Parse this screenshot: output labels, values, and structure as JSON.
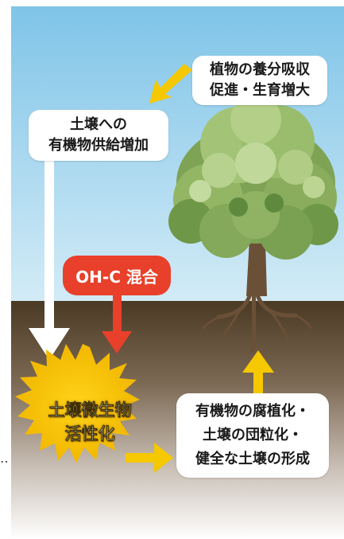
{
  "colors": {
    "sky_top": "#7fc4e8",
    "sky_bottom": "#cfe9f5",
    "soil_top": "#4e3c24",
    "soil_bottom": "#ffffff",
    "arrow_yellow": "#f5c800",
    "arrow_red": "#e8402a",
    "arrow_white": "#ffffff",
    "burst_yellow": "#f7cc00",
    "foliage_light": "#a9c77a",
    "foliage_dark": "#5f8a3e",
    "trunk": "#6b5038"
  },
  "boxes": {
    "nutrient_uptake": {
      "line1": "植物の養分吸収",
      "line2": "促進・生育増大"
    },
    "organic_supply": {
      "line1": "土壌への",
      "line2": "有機物供給増加"
    },
    "soil_formation": {
      "line1": "有機物の腐植化・",
      "line2": "土壌の団粒化・",
      "line3": "健全な土壌の形成"
    }
  },
  "badge": {
    "label": "OH-C 混合"
  },
  "burst": {
    "line1": "土壌微生物",
    "line2": "活性化"
  },
  "left_edge_text": "‥"
}
